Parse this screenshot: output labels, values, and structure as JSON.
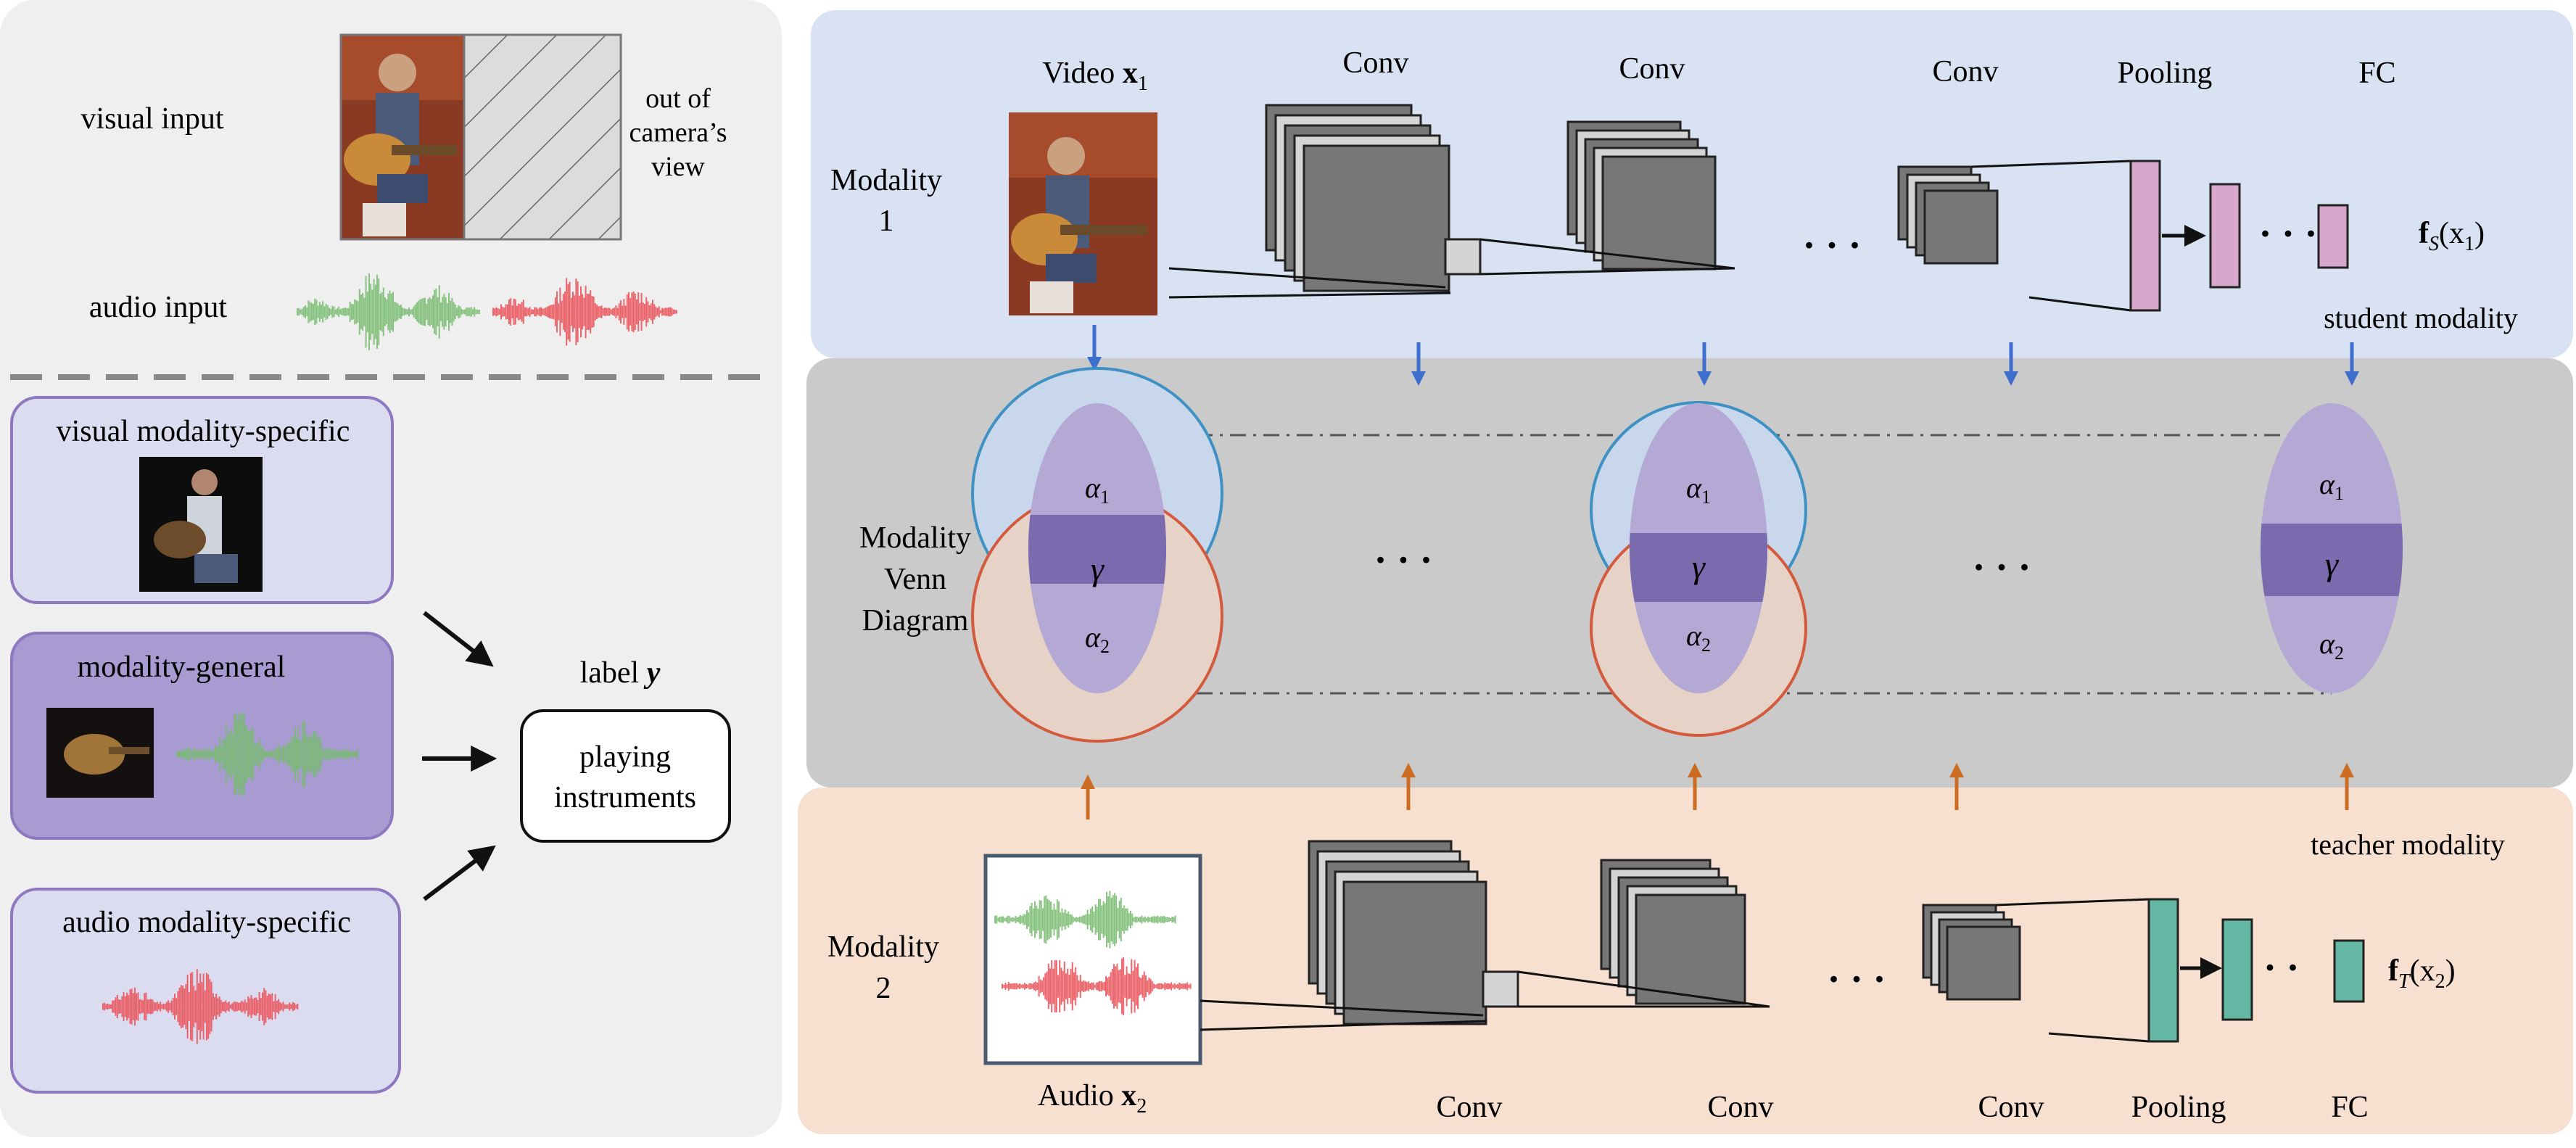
{
  "left": {
    "visual_input_label": "visual input",
    "out_of_view_label": [
      "out of",
      "camera’s",
      "view"
    ],
    "audio_input_label": "audio input",
    "visual_specific_label": "visual modality-specific",
    "general_label": "modality-general",
    "audio_specific_label": "audio modality-specific",
    "label_y_prefix": "label ",
    "label_y_var": "y",
    "target_label": [
      "playing",
      "instruments"
    ]
  },
  "top": {
    "modality_label": [
      "Modality",
      "1"
    ],
    "video_prefix": "Video ",
    "video_var": "x",
    "video_sub": "1",
    "conv_labels": [
      "Conv",
      "Conv",
      "Conv"
    ],
    "pooling_label": "Pooling",
    "fc_label": "FC",
    "output_f": "f",
    "output_sub": "S",
    "output_arg": "(x",
    "output_arg_sub": "1",
    "output_close": ")",
    "ellipsis": "· · ·",
    "role_label": "student modality"
  },
  "middle": {
    "venn_label": [
      "Modality",
      "Venn",
      "Diagram"
    ],
    "alpha1": "α",
    "alpha1_sub": "1",
    "gamma": "γ",
    "alpha2": "α",
    "alpha2_sub": "2",
    "ellipsis": "· · ·"
  },
  "bottom": {
    "role_label": "teacher modality",
    "modality_label": [
      "Modality",
      "2"
    ],
    "audio_prefix": "Audio ",
    "audio_var": "x",
    "audio_sub": "2",
    "conv_labels": [
      "Conv",
      "Conv",
      "Conv"
    ],
    "pooling_label": "Pooling",
    "fc_label": "FC",
    "output_f": "f",
    "output_sub": "T",
    "output_arg": "(x",
    "output_arg_sub": "2",
    "output_close": ")",
    "ellipsis": "· · ·"
  },
  "colors": {
    "student_bg": "#d8e2f3",
    "venn_bg": "#cacaca",
    "teacher_bg": "#f8e0d1",
    "pooling_student": "#d8a8cc",
    "pooling_teacher": "#63b7a3",
    "circle_blue": "#3f91c4",
    "circle_red": "#d35a3d",
    "arrow_blue": "#3e6fce",
    "arrow_orange": "#cc6c22",
    "venn_light": "#b4a9d5",
    "venn_dark": "#7a6aae",
    "audio_green": "#77bb6e",
    "audio_red": "#ea4d55"
  }
}
